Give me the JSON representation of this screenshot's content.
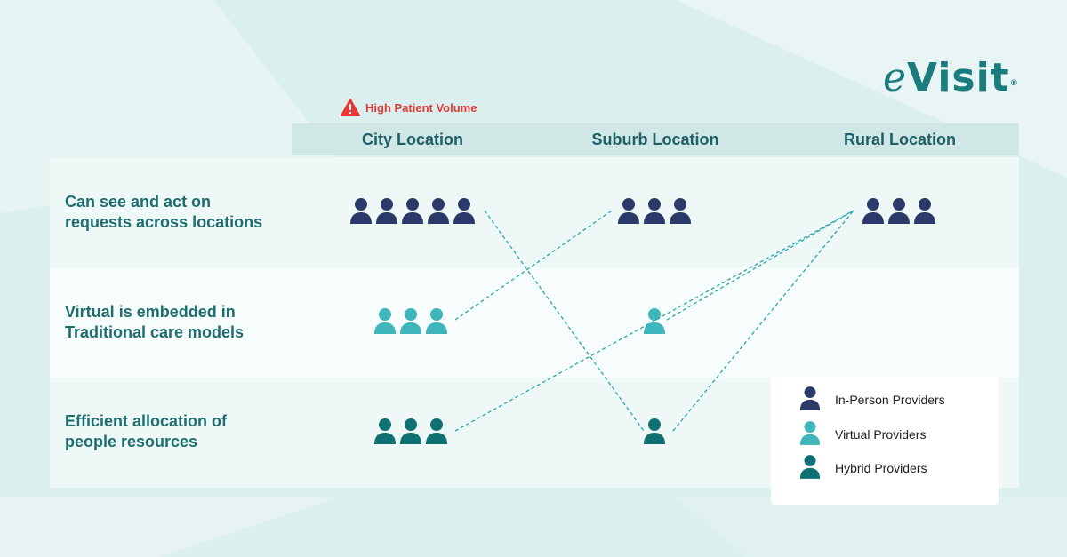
{
  "logo": {
    "text": "Visit",
    "e": "e",
    "mark": "®"
  },
  "alert": {
    "icon": "warning-icon",
    "text": "High Patient Volume",
    "color": "#e53935"
  },
  "columns": [
    {
      "label": "City Location"
    },
    {
      "label": "Suburb Location"
    },
    {
      "label": "Rural Location"
    }
  ],
  "rows": [
    {
      "label_line1": "Can see and act on",
      "label_line2": "requests across locations"
    },
    {
      "label_line1": "Virtual is embedded in",
      "label_line2": "Traditional care models"
    },
    {
      "label_line1": "Efficient allocation of",
      "label_line2": "people resources"
    }
  ],
  "providers": {
    "in_person": {
      "icon": "person-icon",
      "color": "#2b3a6b"
    },
    "virtual": {
      "icon": "person-icon",
      "color": "#3fb6bc"
    },
    "hybrid": {
      "icon": "person-icon",
      "color": "#0f7172"
    }
  },
  "grid_counts": {
    "in_person": [
      5,
      3,
      3
    ],
    "virtual": [
      3,
      1,
      0
    ],
    "hybrid": [
      3,
      1,
      0
    ]
  },
  "legend": [
    {
      "label": "In-Person Providers",
      "type": "in_person"
    },
    {
      "label": "Virtual Providers",
      "type": "virtual"
    },
    {
      "label": "Hybrid Providers",
      "type": "hybrid"
    }
  ],
  "connector_color": "#2aa6ad"
}
